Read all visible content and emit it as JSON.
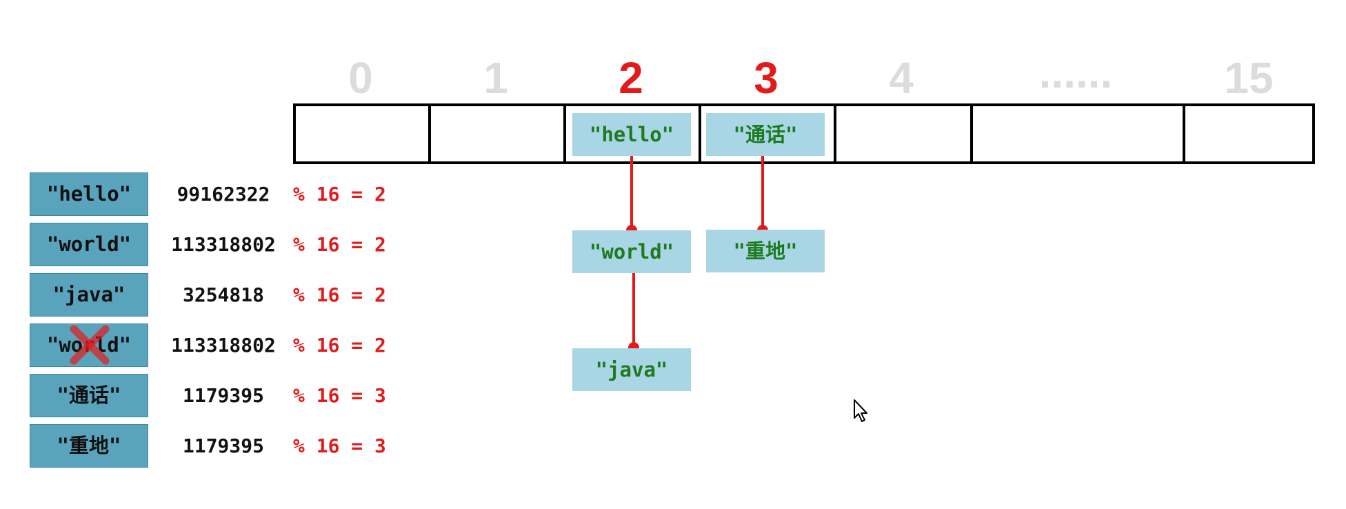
{
  "diagram": {
    "indices": [
      "0",
      "1",
      "2",
      "3",
      "4",
      "......",
      "15"
    ],
    "highlighted_indices": [
      "2",
      "3"
    ],
    "buckets": [
      {
        "index": "2",
        "chain": [
          "\"hello\"",
          "\"world\"",
          "\"java\""
        ]
      },
      {
        "index": "3",
        "chain": [
          "\"通话\"",
          "\"重地\""
        ]
      }
    ],
    "entries": [
      {
        "key": "\"hello\"",
        "hash": "99162322",
        "mod": "% 16 = 2"
      },
      {
        "key": "\"world\"",
        "hash": "113318802",
        "mod": "% 16 = 2"
      },
      {
        "key": "\"java\"",
        "hash": "3254818",
        "mod": "% 16 = 2"
      },
      {
        "key": "\"world\"",
        "hash": "113318802",
        "mod": "% 16 = 2",
        "crossed_out": true
      },
      {
        "key": "\"通话\"",
        "hash": "1179395",
        "mod": "% 16 = 3"
      },
      {
        "key": "\"重地\"",
        "hash": "1179395",
        "mod": "% 16 = 3"
      }
    ],
    "colors": {
      "highlight_red": "#e41a1a",
      "index_gray": "#dcdcdc",
      "key_box": "#5aa3bd",
      "node_box": "#a9d6e5",
      "node_text": "#1e7a1e",
      "link_line": "#e41a1a"
    },
    "icons": [
      "cross-mark-icon",
      "mouse-cursor-icon"
    ]
  }
}
